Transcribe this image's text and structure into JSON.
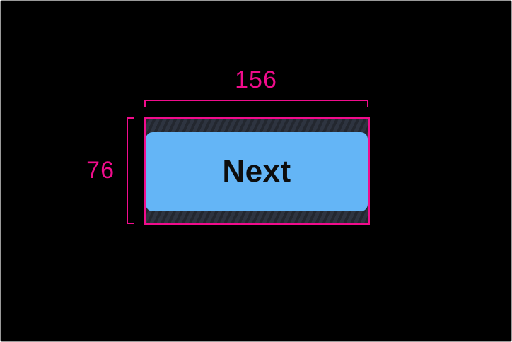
{
  "colors": {
    "accent": "#f10c8c",
    "canvas-bg": "#000000",
    "frame-border": "#9a9a9a",
    "button-fill": "#64b5f6",
    "button-text": "#0d0d0d",
    "hatch-bg": "#2e3440",
    "hatch-stripe": "#23272f"
  },
  "diagram": {
    "width_dimension": "156",
    "height_dimension": "76",
    "button_label": "Next"
  }
}
